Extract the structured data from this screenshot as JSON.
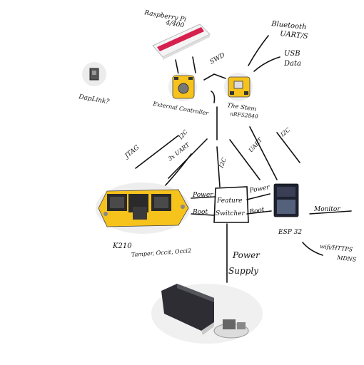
{
  "labels": {
    "raspberry_pi": [
      "Raspberry Pi",
      "4/400"
    ],
    "bluetooth": [
      "Bluetooth",
      "UART/S"
    ],
    "usb": [
      "USB",
      "Data"
    ],
    "swd": "SWD",
    "daplink": "DapLink?",
    "external_controller": "External Controller",
    "the_stem": "The Stem",
    "nrf": "nRF52840",
    "i2c_top_left": "I2C",
    "i2c_top_right": "I2C",
    "i2c_center": "I2C",
    "jtag": "JTAG",
    "three_uart": "3x UART",
    "uart_right": "UART",
    "power_left": "Power",
    "boot_left": "Boot",
    "feature_switcher": [
      "Feature",
      "Switcher"
    ],
    "power_right": "Power",
    "boot_right": "Boot",
    "monitor": "Monitor",
    "k210": "K210",
    "k210_sub": "Tamper, Occit, Occi2",
    "esp32": "ESP 32",
    "wifi": [
      "wifi/HTTPS",
      "MDNS"
    ],
    "power_supply": [
      "Power",
      "Supply"
    ]
  },
  "colors": {
    "ink": "#111111",
    "pcb_yellow": "#f6c21c",
    "pi_red": "#d6204e",
    "esp_dark": "#1e2230",
    "psu_dark": "#2d2d33"
  }
}
